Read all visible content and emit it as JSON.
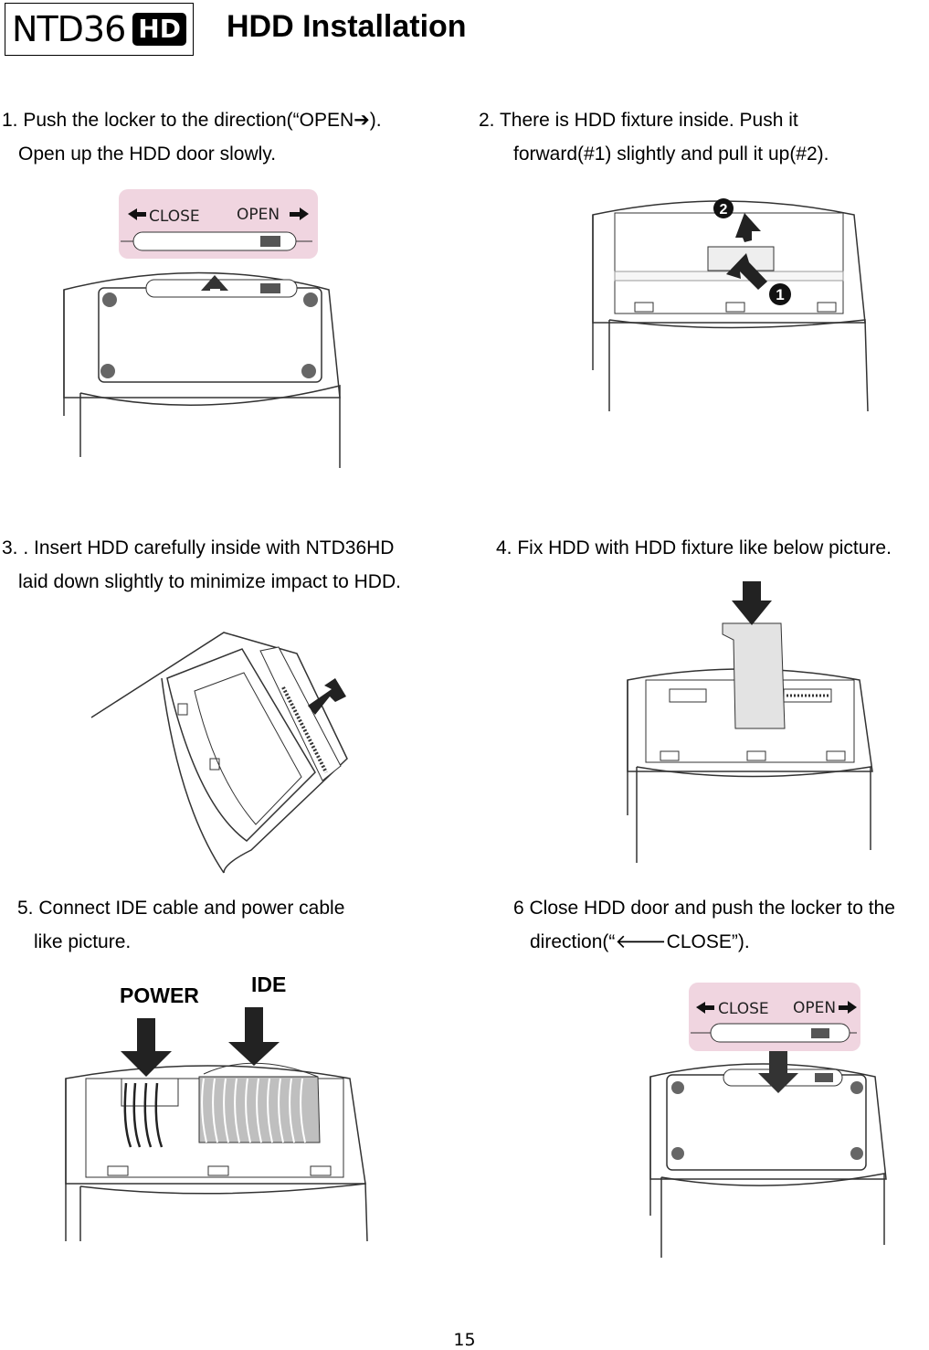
{
  "header": {
    "logo_text": "NTD36",
    "logo_badge": "HD",
    "title": "HDD Installation"
  },
  "steps": [
    {
      "line1": "1. Push the locker to the direction(“OPEN➔).",
      "line2": "Open up the HDD door slowly."
    },
    {
      "line1": "2.   There   is   HDD   fixture   inside.  Push   it",
      "line2": "forward(#1) slightly and pull it up(#2)."
    },
    {
      "line1": "3. . Insert HDD carefully inside with NTD36HD",
      "line2": "laid down slightly to minimize impact to HDD."
    },
    {
      "line1": "4. Fix HDD with HDD fixture like below picture.",
      "line2": ""
    },
    {
      "line1": "5. Connect IDE cable and power cable",
      "line2": "like picture."
    },
    {
      "line1": "6 Close HDD door and push the locker to the",
      "line2": "direction(“🡐CLOSE”)."
    }
  ],
  "switch": {
    "close_label": "CLOSE",
    "open_label": "OPEN"
  },
  "callouts": {
    "power": "POWER",
    "ide": "IDE",
    "num1": "1",
    "num2": "2"
  },
  "page_number": "15"
}
